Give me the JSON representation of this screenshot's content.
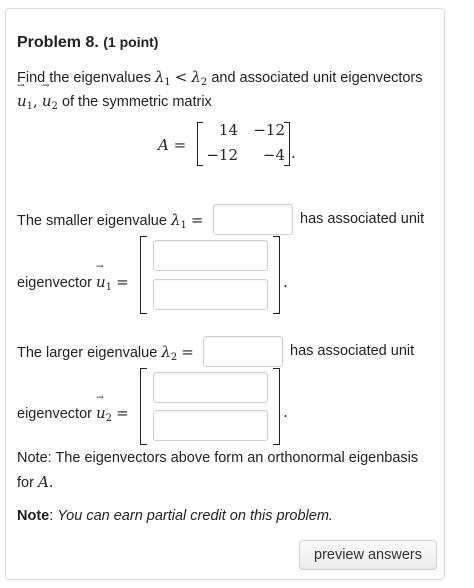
{
  "problem": {
    "title": "Problem 8.",
    "points": "(1 point)"
  },
  "intro": {
    "line1_a": "Find the eigenvalues",
    "lambda": "λ",
    "sub1": "1",
    "lt": "<",
    "sub2": "2",
    "line1_b": "and associated unit eigenvectors",
    "u": "u",
    "comma": ",",
    "line2_b": "of the symmetric matrix"
  },
  "matrix": {
    "name": "A",
    "eq": "=",
    "cells": [
      "14",
      "−12",
      "−12",
      "−4"
    ],
    "period": "."
  },
  "part1": {
    "prefix": "The smaller eigenvalue",
    "sub": "1",
    "eq": "=",
    "suffix": "has associated unit",
    "vec_label": "eigenvector",
    "vec_sub": "1",
    "vec_eq": "=",
    "period": "."
  },
  "part2": {
    "prefix": "The larger eigenvalue",
    "sub": "2",
    "eq": "=",
    "suffix": "has associated unit",
    "vec_label": "eigenvector",
    "vec_sub": "2",
    "vec_eq": "=",
    "period": "."
  },
  "note1": {
    "line1": "Note: The eigenvectors above form an orthonormal eigenbasis",
    "line2_a": "for",
    "line2_var": "A",
    "line2_b": "."
  },
  "note2": {
    "bold": "Note",
    "colon": ":",
    "italic": "You can earn partial credit on this problem."
  },
  "buttons": {
    "preview": "preview answers"
  }
}
